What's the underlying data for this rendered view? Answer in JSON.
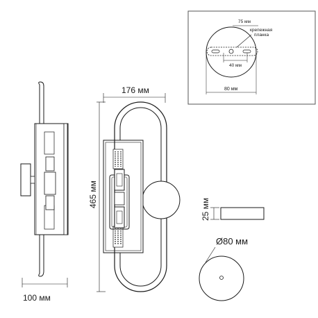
{
  "dimensions": {
    "width_label": "176 мм",
    "height_label": "465 мм",
    "depth_label": "100 мм",
    "canopy_height_label": "25 мм",
    "canopy_diameter_label": "Ø80 мм"
  },
  "mounting_detail": {
    "plate_length_label": "75 мм",
    "plate_caption_line1": "крепежная",
    "plate_caption_line2": "планка",
    "hole_spacing_label": "40 мм",
    "canopy_width_label": "80 мм"
  },
  "colors": {
    "line": "#1a1a1a",
    "gold": "#b88a2e",
    "frame_fill": "#f4f0e6"
  }
}
